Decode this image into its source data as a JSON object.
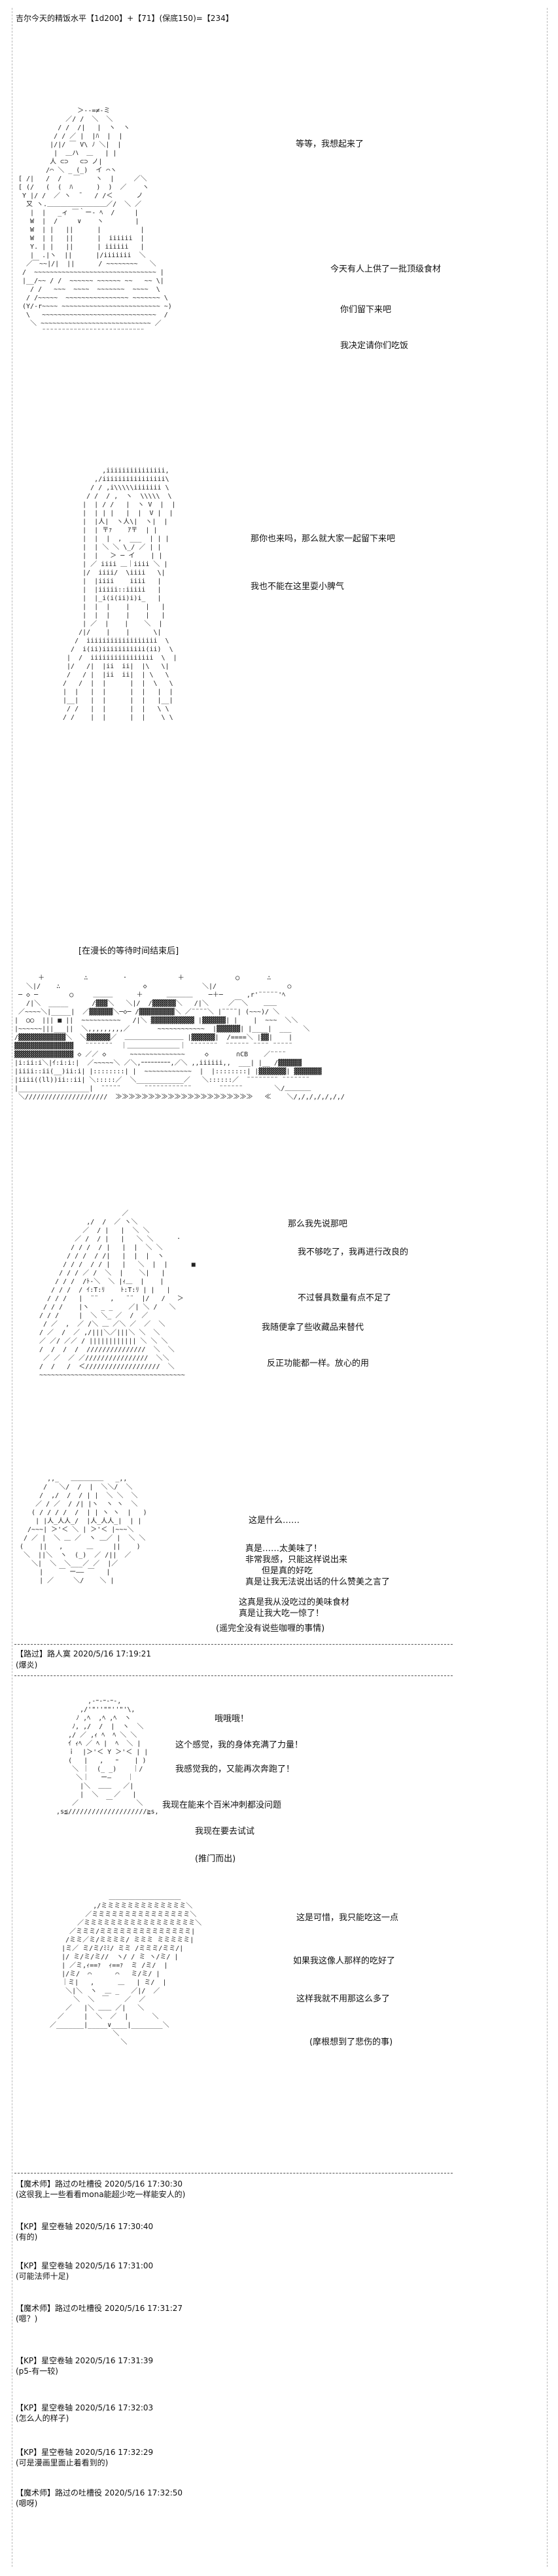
{
  "header_line": "吉尔今天的精饭水平【1d200】+【71】(保底150)=【234】",
  "scene1": {
    "l1": "等等，我想起来了",
    "l2": "今天有人上供了一批顶级食材",
    "l3": "你们留下来吧",
    "l4": "我决定请你们吃饭"
  },
  "scene2": {
    "l1": "那你也来吗，那么就大家一起留下来吧",
    "l2": "我也不能在这里耍小脾气",
    "caption": "[在漫长的等待时间结束后]"
  },
  "scene4": {
    "l1": "那么我先说那吧",
    "l2": "我不够吃了，我再进行改良的",
    "l3": "不过餐具数量有点不足了",
    "l4": "我随便拿了些收藏品来替代",
    "l5": "反正功能都一样。放心的用"
  },
  "scene5": {
    "l1": "这是什么……",
    "l2": "真是……太美味了！",
    "l3": "非常我感，只能这样说出来",
    "l4": "但是真的好吃",
    "l5": "真是让我无法说出话的什么赞美之言了",
    "l6": "这真是我从没吃过的美味食材",
    "l7": "真是让我大吃一惊了！",
    "l8": "(遥完全没有说些咖喱的事情)"
  },
  "comment1": {
    "user": "【路过】路人寞 2020/5/16 17:19:21",
    "text": "(爆炎)"
  },
  "scene6": {
    "l1": "哦哦哦！",
    "l2": "这个感觉，我的身体充满了力量！",
    "l3": "我感觉我的，又能再次奔跑了！",
    "l4": "我现在能来个百米冲刺都没问题",
    "l5": "我现在要去试试",
    "l6": "(推门而出)"
  },
  "scene7": {
    "l1": "这是可惜，我只能吃这一点",
    "l2": "如果我这像人那样的吃好了",
    "l3": "这样我就不用那这么多了",
    "l4": "(摩根想到了悲伤的事)"
  },
  "comments": [
    {
      "user": "【魔术师】路过の吐槽役 2020/5/16 17:30:30",
      "text": "(这很我上一些看看mona能超少吃一样能安人的)"
    },
    {
      "user": "【KP】星空卷轴 2020/5/16 17:30:40",
      "text": "(有的)"
    },
    {
      "user": "【KP】星空卷轴 2020/5/16 17:31:00",
      "text": "(可能法师十足)"
    },
    {
      "user": "【魔术师】路过の吐槽役 2020/5/16 17:31:27",
      "text": "(嗯？)"
    },
    {
      "user": "【KP】星空卷轴 2020/5/16 17:31:39",
      "text": "(p5-有一较)"
    },
    {
      "user": "【KP】星空卷轴 2020/5/16 17:32:03",
      "text": "(怎么人的样子)"
    },
    {
      "user": "【KP】星空卷轴 2020/5/16 17:32:29",
      "text": "(可是漫画里面止着看到的)"
    },
    {
      "user": "【魔术师】路过の吐槽役 2020/5/16 17:32:50",
      "text": "(嗯呀)"
    }
  ]
}
